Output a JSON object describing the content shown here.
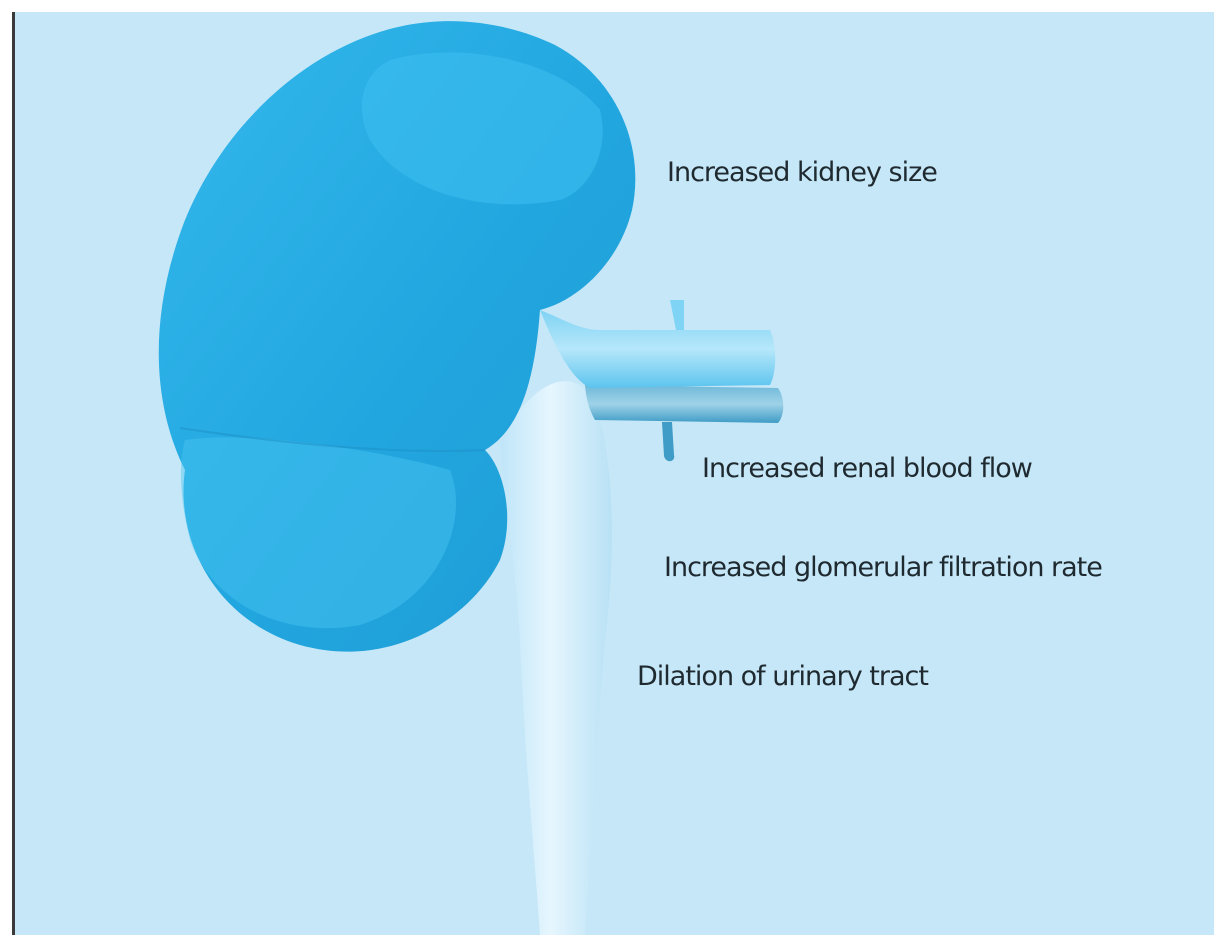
{
  "labels": {
    "kidney_size": "Increased kidney size",
    "renal_blood_flow": "Increased renal blood flow",
    "gfr": "Increased glomerular filtration rate",
    "urinary_tract": "Dilation of urinary tract"
  },
  "colors": {
    "panel_background": "#c6e7f7",
    "kidney": "#29aee6",
    "kidney_highlight": "#4cc3f0",
    "ureter": "#dbf1fc",
    "vessel": "#5cc4ee",
    "vessel_dark": "#3aa6d4",
    "label_text": "#1f2a30"
  }
}
